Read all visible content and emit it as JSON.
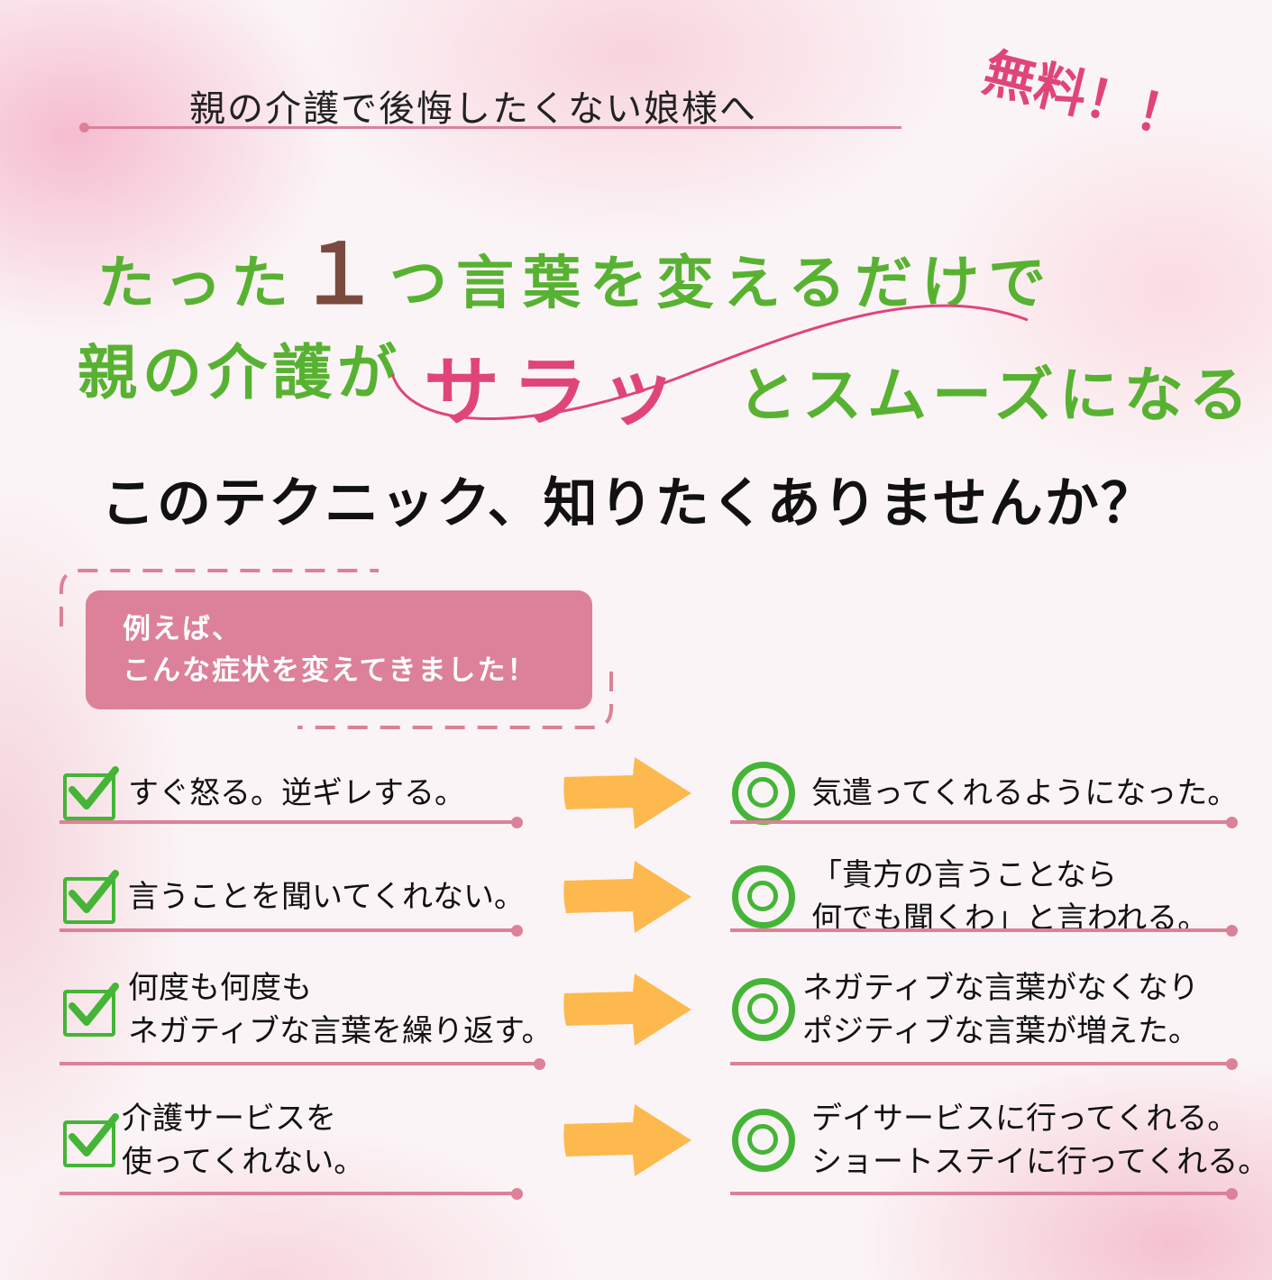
{
  "header": {
    "subtitle": "親の介護で後悔したくない娘様へ",
    "free_badge": "無料！！"
  },
  "headline": {
    "line1_a": "たった",
    "line1_num": "１",
    "line1_b": "つ言葉を変えるだけで",
    "line2_a": "親の介護が",
    "line2_emph": "サラッ",
    "line2_b": "とスムーズになる"
  },
  "question": "このテクニック、知りたくありませんか？",
  "callout": {
    "line1": "例えば、",
    "line2": "こんな症状を変えてきました！"
  },
  "colors": {
    "green": "#58b232",
    "pink": "#dc8199",
    "accent": "#e0457a",
    "arrow": "#fdb94e"
  },
  "items": [
    {
      "before": [
        "すぐ怒る。逆ギレする。"
      ],
      "after": [
        "気遣ってくれるようになった。"
      ]
    },
    {
      "before": [
        "言うことを聞いてくれない。"
      ],
      "after": [
        "「貴方の言うことなら",
        "何でも聞くわ」と言われる。"
      ]
    },
    {
      "before": [
        "何度も何度も",
        "ネガティブな言葉を繰り返す。"
      ],
      "after": [
        "ネガティブな言葉がなくなり",
        "ポジティブな言葉が増えた。"
      ]
    },
    {
      "before": [
        "介護サービスを",
        "使ってくれない。"
      ],
      "after": [
        "デイサービスに行ってくれる。",
        "ショートステイに行ってくれる。"
      ]
    }
  ]
}
